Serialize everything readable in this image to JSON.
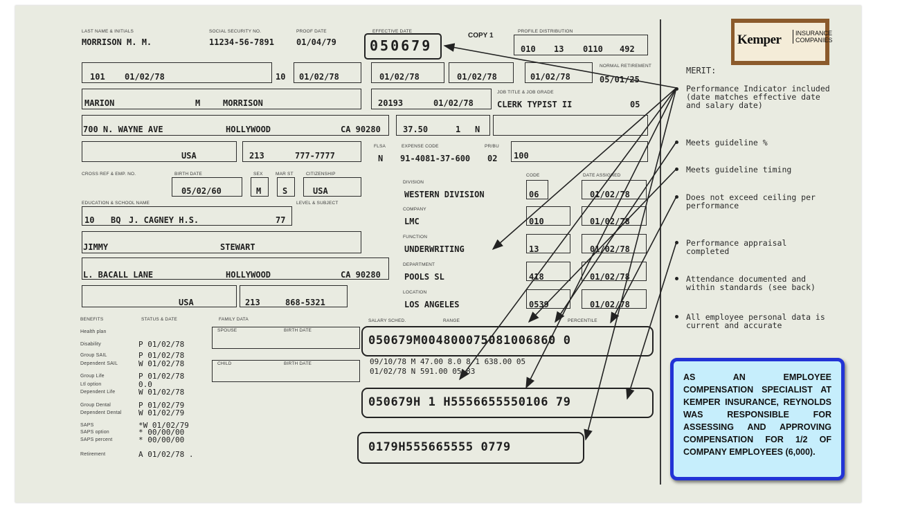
{
  "document": {
    "header": {
      "name_label": "LAST NAME & INITIALS",
      "name_value": "MORRISON  M. M.",
      "ssn_label": "SOCIAL SECURITY NO.",
      "ssn_value": "11234-56-7891",
      "proof_date_label": "PROOF DATE",
      "proof_date_value": "01/04/79",
      "effective_date_label": "EFFECTIVE DATE",
      "effective_date_value": "050679",
      "copy_label": "COPY 1",
      "profile_label": "PROFILE DISTRIBUTION",
      "profile_values": [
        "010",
        "13",
        "0110",
        "492"
      ]
    },
    "row2": {
      "code": "101",
      "date1": "01/02/78",
      "num": "10",
      "date2": "01/02/78",
      "date3": "01/02/78",
      "date4": "01/02/78",
      "date5": "01/02/78",
      "retirement_label": "NORMAL RETIREMENT",
      "retirement_value": "05/01/25"
    },
    "row3": {
      "first_name": "MARION",
      "middle": "M",
      "last_name": "MORRISON",
      "code": "20193",
      "date": "01/02/78",
      "job_title_label": "JOB TITLE & JOB GRADE",
      "job_title_value": "CLERK TYPIST II",
      "job_grade": "05"
    },
    "row4": {
      "street": "700 N. WAYNE AVE",
      "city": "HOLLYWOOD",
      "state_zip": "CA 90280",
      "hours": "37.50",
      "shift": "1",
      "status": "N"
    },
    "row5": {
      "country": "USA",
      "area_code": "213",
      "phone": "777-7777",
      "flsa_label": "FLSA",
      "flsa_value": "N",
      "expense_label": "EXPENSE CODE",
      "expense_value": "91-4081-37-600",
      "prbu_label": "PR/BU",
      "prbu_value": "02",
      "time_value": "100"
    },
    "row6": {
      "cross_ref_label": "CROSS REF & EMP. NO.",
      "birth_label": "BIRTH DATE",
      "birth_value": "05/02/60",
      "sex_label": "SEX",
      "sex_value": "M",
      "marital_label": "MAR ST",
      "marital_value": "S",
      "citizenship_label": "CITIZENSHIP",
      "citizenship_value": "USA"
    },
    "education": {
      "label": "EDUCATION & SCHOOL NAME",
      "code1": "10",
      "code2": "BQ",
      "school": "J. CAGNEY H.S.",
      "year": "77",
      "level_label": "LEVEL & SUBJECT"
    },
    "emergency": {
      "first_name": "JIMMY",
      "last_name": "STEWART",
      "street": "L. BACALL LANE",
      "city": "HOLLYWOOD",
      "state_zip": "CA 90280",
      "country": "USA",
      "area_code": "213",
      "phone": "868-5321"
    },
    "org": {
      "division_label": "DIVISION",
      "division_value": "WESTERN DIVISION",
      "division_code": "06",
      "division_date": "01/02/78",
      "company_label": "COMPANY",
      "company_value": "LMC",
      "company_code": "010",
      "company_date": "01/02/78",
      "function_label": "FUNCTION",
      "function_value": "UNDERWRITING",
      "function_code": "13",
      "function_date": "01/02/78",
      "department_label": "DEPARTMENT",
      "department_value": "POOLS SL",
      "department_code": "418",
      "department_date": "01/02/78",
      "location_label": "LOCATION",
      "location_value": "LOS ANGELES",
      "location_code": "0539",
      "location_date": "01/02/78",
      "code_label": "CODE",
      "date_label": "DATE ASSIGNED"
    },
    "benefits": {
      "label": "BENEFITS",
      "status_label": "STATUS & DATE",
      "family_label": "FAMILY DATA",
      "items": [
        {
          "name": "Health plan",
          "status": ""
        },
        {
          "name": "Disability",
          "status": "P 01/02/78"
        },
        {
          "name": "Group SAIL",
          "status": "P 01/02/78"
        },
        {
          "name": "Dependent SAIL",
          "status": "W 01/02/78"
        },
        {
          "name": "Group Life",
          "status": "P 01/02/78"
        },
        {
          "name": "Ltl option",
          "status": "0.0"
        },
        {
          "name": "Dependent Life",
          "status": "W 01/02/78"
        },
        {
          "name": "Group Dental",
          "status": "P 01/02/79"
        },
        {
          "name": "Dependent Dental",
          "status": "W 01/02/79"
        },
        {
          "name": "SAPS",
          "status": "*W 01/02/79"
        },
        {
          "name": "SAPS option",
          "status": "* 00/00/00"
        },
        {
          "name": "SAPS percent",
          "status": "* 00/00/00"
        },
        {
          "name": "Retirement",
          "status": "A 01/02/78 ."
        }
      ],
      "spouse_label": "SPOUSE",
      "child_label": "CHILD",
      "birth_label": "BIRTH DATE"
    },
    "salary": {
      "schedule_label": "SALARY SCHED.",
      "range_label": "RANGE",
      "percentile_label": "PERCENTILE",
      "main_row": "050679M004800075081006860 0",
      "line1": "09/10/78   M      47.00      8.0  8 1   638.00  05",
      "line2": "01/02/78   N                              591.00  05 83",
      "review_row": "050679H 1 H5556655550106 79",
      "appraisal_row": "0179H555665555 0779"
    }
  },
  "logo": {
    "main": "Kemper",
    "sub": "INSURANCE COMPANIES"
  },
  "notes": {
    "title": "MERIT:",
    "items": [
      "Performance Indicator included (date matches effective date and salary date)",
      "Meets guideline %",
      "Meets guideline timing",
      "Does not exceed ceiling per performance",
      "Performance appraisal completed",
      "Attendance documented and within standards (see back)",
      "All employee personal data is current and accurate"
    ]
  },
  "callout": {
    "text": "AS AN EMPLOYEE COMPENSATION SPECIALIST AT KEMPER INSURANCE, REYNOLDS WAS RESPONSIBLE FOR ASSESSING AND APPROVING COMPENSATION FOR 1/2 OF COMPANY EMPLOYEES (6,000)."
  },
  "colors": {
    "paper": "#e9ebe1",
    "ink": "#1e1e1e",
    "callout_bg": "#c6eefc",
    "callout_border": "#2233d6",
    "logo_frame": "#8b5a2b"
  }
}
